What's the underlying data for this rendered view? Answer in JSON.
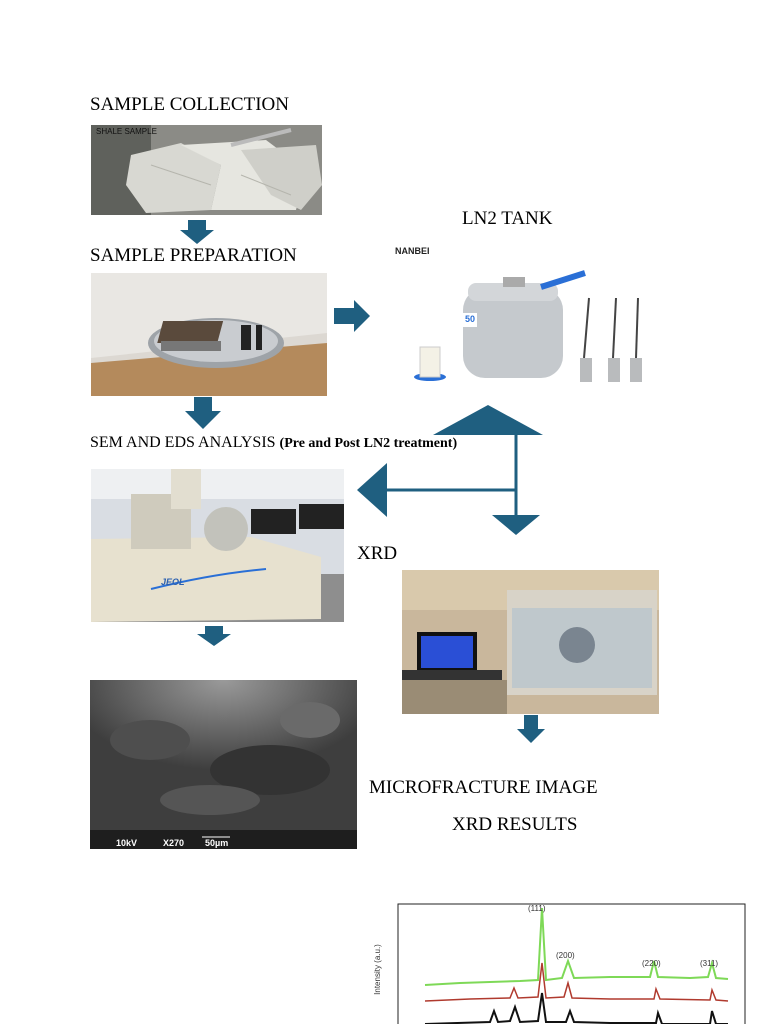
{
  "labels": {
    "sample_collection": "SAMPLE COLLECTION",
    "ln2_tank": "LN2 TANK",
    "sample_preparation": "SAMPLE PREPARATION",
    "sem_eds": "SEM AND EDS ANALYSIS",
    "sem_eds_note": "(Pre and Post LN2 treatment)",
    "xrd": "XRD",
    "microfracture_image": "MICROFRACTURE IMAGE",
    "xrd_results": "XRD RESULTS"
  },
  "photo_text": {
    "shale_sample": "SHALE SAMPLE",
    "tank_brand": "NANBEI",
    "tank_badge": "50",
    "sem_brand": "JEOL",
    "sem_info_kv": "10kV",
    "sem_info_mag": "X270",
    "sem_info_scale": "50µm"
  },
  "xrd_chart": {
    "ylabel": "Intensity (a.u.)",
    "peaks": [
      "(111)",
      "(200)",
      "(220)",
      "(311)"
    ]
  },
  "colors": {
    "arrow": "#1f5f80",
    "xrd_green": "#7ed957",
    "xrd_red": "#b03a2e",
    "xrd_black": "#111111"
  }
}
